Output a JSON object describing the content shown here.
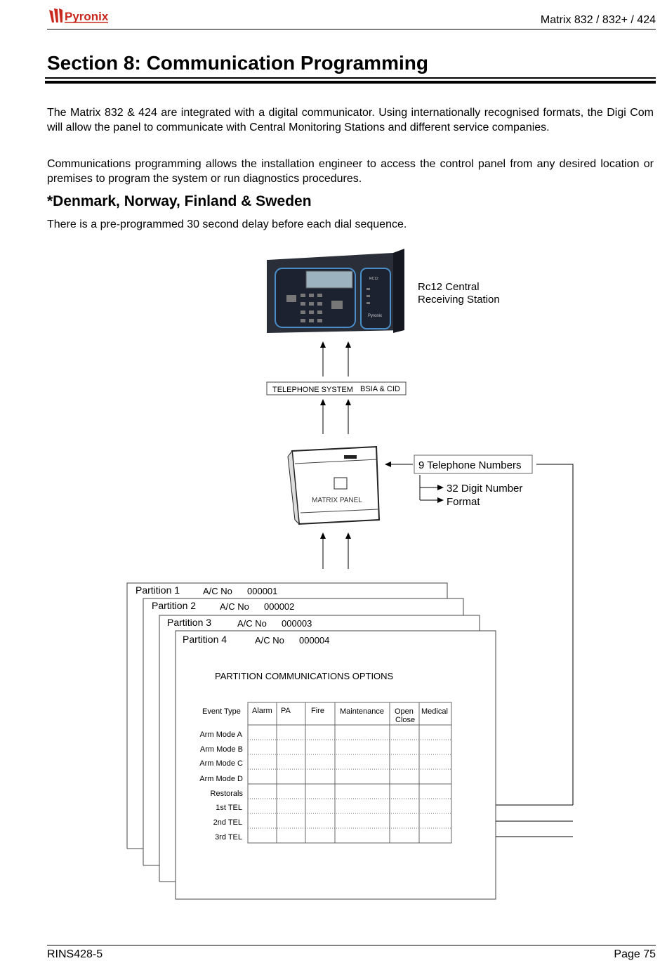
{
  "header": {
    "logo_text": "Pyronix",
    "title": "Matrix 832 / 832+ / 424"
  },
  "section_title": "Section 8: Communication Programming",
  "paragraphs": [
    "The Matrix 832 & 424 are integrated with a digital communicator. Using internationally recognised formats, the Digi Com will allow the panel to communicate with Central Monitoring Stations and different service companies.",
    "Communications programming allows the installation engineer to access the control panel from any desired location or premises to program the system or run diagnostics procedures."
  ],
  "subheading": "*Denmark, Norway, Finland & Sweden",
  "note": "There is a pre-programmed 30 second delay before each dial sequence.",
  "diagram": {
    "receiver_label_line1": "Rc12 Central",
    "receiver_label_line2": "Receiving Station",
    "receiver_model": "RC12",
    "receiver_brand": "Pyronix",
    "telephone_system": "TELEPHONE SYSTEM",
    "formats": "BSIA & CID",
    "panel_label": "MATRIX   PANEL",
    "telephone_numbers": "9 Telephone Numbers",
    "digit_line1": "32 Digit Number",
    "digit_line2": "Format",
    "partitions": [
      {
        "name": "Partition 1",
        "ac_label": "A/C No",
        "ac_value": "000001"
      },
      {
        "name": "Partition 2",
        "ac_label": "A/C No",
        "ac_value": "000002"
      },
      {
        "name": "Partition 3",
        "ac_label": "A/C No",
        "ac_value": "000003"
      },
      {
        "name": "Partition 4",
        "ac_label": "A/C No",
        "ac_value": "000004"
      }
    ],
    "options_title": "PARTITION COMMUNICATIONS OPTIONS",
    "event_type_header": "Event Type",
    "columns": [
      "Alarm",
      "PA",
      "Fire",
      "Maintenance",
      "Open",
      "Close",
      "Medical"
    ],
    "rows": [
      "Arm Mode A",
      "Arm Mode B",
      "Arm Mode C",
      "Arm Mode D",
      "Restorals",
      "1st TEL",
      "2nd TEL",
      "3rd TEL"
    ]
  },
  "footer": {
    "doc_ref": "RINS428-5",
    "page": "Page 75"
  }
}
